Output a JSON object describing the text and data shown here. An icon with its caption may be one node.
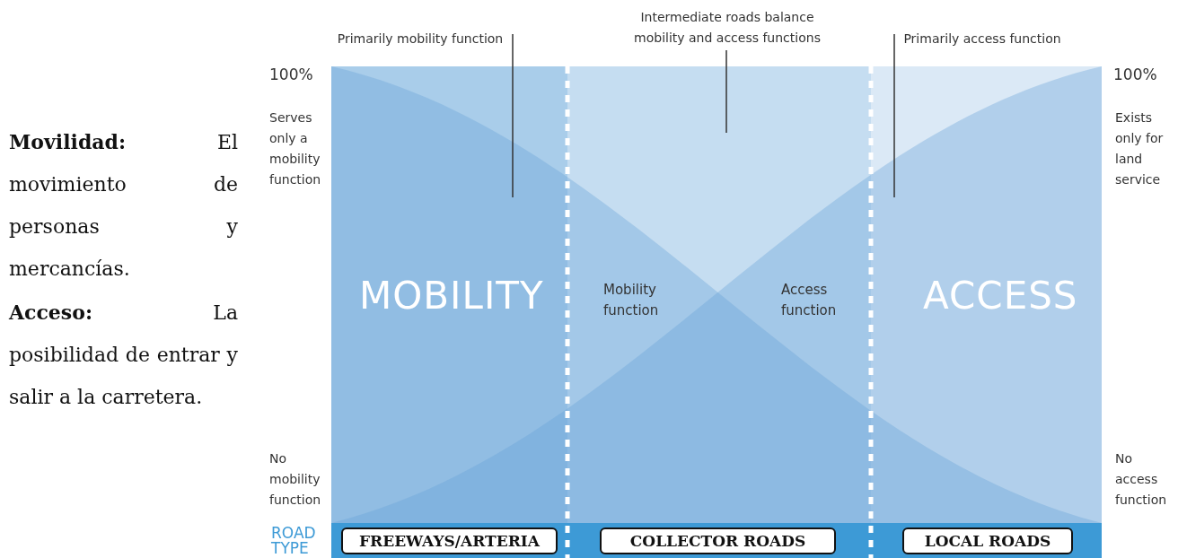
{
  "diagram": {
    "nodes": [
      {
        "text": [
          "Primarily mobility function"
        ]
      },
      {
        "text": [
          "Intermediate roads balance mobility and access functions"
        ]
      },
      {
        "text": [
          "Primarily access function"
        ]
      },
      {
        "text": [
          "FREEWAYS/ARTERIA"
        ]
      },
      {
        "text": [
          "COLLECTOR ROADS"
        ]
      },
      {
        "text": [
          "LOCAL ROADS"
        ]
      }
    ],
    "edges": [
      {
        "from": 0,
        "to": null,
        "arrow": "none"
      },
      {
        "from": 1,
        "to": null,
        "arrow": "none"
      },
      {
        "from": 2,
        "to": null,
        "arrow": "none"
      }
    ],
    "labels": [
      "**Movilidad:** El movimiento de personas y mercancías.",
      "**Acceso:** La posibilidad de entrar y salir a la carretera.",
      "100%",
      "Serves only a mobility function",
      "No mobility function",
      "MOBILITY",
      "Mobility function",
      "Access function",
      "ACCESS",
      "100%",
      "Exists only for land service",
      "No access function",
      "ROAD TYPE"
    ]
  }
}
